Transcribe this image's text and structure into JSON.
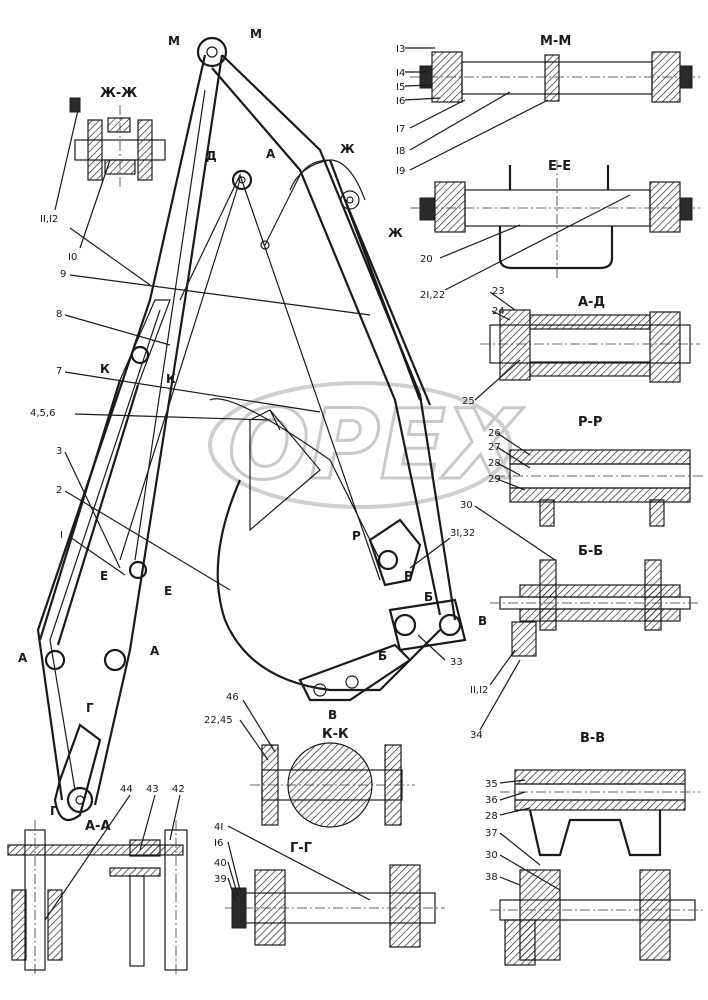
{
  "watermark": "OPEX",
  "sections": {
    "mm": "М-М",
    "ee": "Е-Е",
    "zhzh": "Ж-Ж",
    "ad": "А-Д",
    "rr": "Р-Р",
    "bb": "Б-Б",
    "kk": "К-К",
    "vv": "В-В",
    "aa": "А-А",
    "gg": "Г-Г"
  },
  "marks": {
    "m1": "М",
    "m2": "М",
    "zh1": "Ж",
    "zh2": "Ж",
    "d1": "Д",
    "d2": "А",
    "k1": "К",
    "k2": "К",
    "e1": "Е",
    "e2": "Е",
    "a1": "А",
    "a2": "А",
    "g1": "Г",
    "g2": "Г",
    "r1": "Р",
    "r2": "Р",
    "b1": "Б",
    "b2": "Б",
    "v1": "В",
    "v2": "В"
  },
  "callouts": {
    "c13": "I3",
    "c14": "I4",
    "c15": "I5",
    "c16": "I6",
    "c17": "I7",
    "c18": "I8",
    "c19": "I9",
    "c1112a": "II,I2",
    "c10": "I0",
    "c9": "9",
    "c8": "8",
    "c7": "7",
    "c456": "4,5,6",
    "c3": "3",
    "c2": "2",
    "c1": "I",
    "c20": "20",
    "c2122": "2I,22",
    "c23": "23",
    "c24": "24",
    "c25": "25",
    "c26": "26",
    "c27": "27",
    "c28a": "28",
    "c29": "29",
    "c30a": "30",
    "c3132": "3I,32",
    "c33": "33",
    "c1112b": "II,I2",
    "c34": "34",
    "c46": "46",
    "c2245": "22,45",
    "c35": "35",
    "c36": "36",
    "c28b": "28",
    "c37": "37",
    "c30b": "30",
    "c38": "38",
    "c44": "44",
    "c43": "43",
    "c42": "42",
    "c41": "4I",
    "c16b": "I6",
    "c40": "40",
    "c39": "39"
  }
}
